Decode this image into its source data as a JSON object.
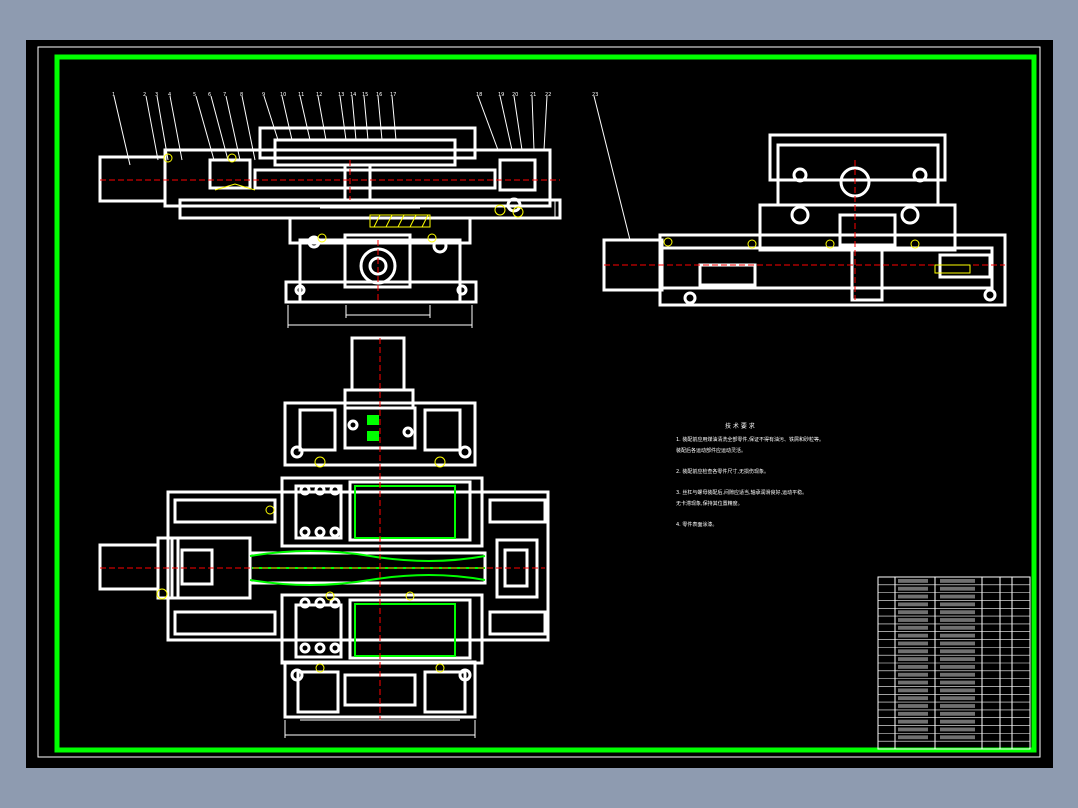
{
  "viewer": {
    "background": "#8e9bb0",
    "canvas_color": "#000000",
    "frame_color": "#00ff00",
    "line_color": "#ffffff",
    "accent_color": "#ffff00",
    "centerline_color": "#ff0000"
  },
  "tech_requirements": {
    "title": "技 术 要 求",
    "items": [
      "1. 装配前应用煤油清洗全部零件,保证不得有油污、铁屑和砂粒等。",
      "   装配后各运动部件应运动灵活。",
      "2. 装配前应检查各零件尺寸,无损伤现象。",
      "3. 丝杠与螺母装配后,间隙应适当,轴承润滑良好,运动平稳。",
      "   无卡滞现象,保持其位置精度。",
      "4. 零件表面涂漆。"
    ]
  },
  "title_block": {
    "rows": 22
  }
}
